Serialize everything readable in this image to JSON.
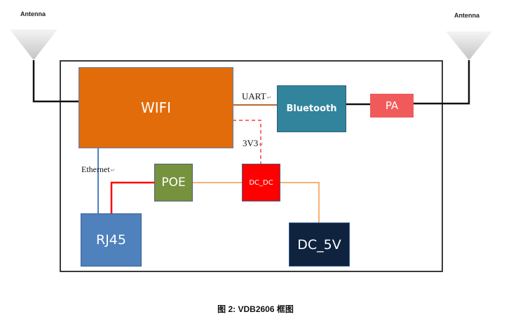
{
  "diagram": {
    "antennas": [
      {
        "id": "left",
        "label": "Antenna"
      },
      {
        "id": "right",
        "label": "Antenna"
      }
    ],
    "blocks": {
      "wifi": {
        "label": "WIFI",
        "color": "#E36C0A"
      },
      "bluetooth": {
        "label": "Bluetooth",
        "color": "#31849B"
      },
      "pa": {
        "label": "PA",
        "color": "#F05A5A"
      },
      "poe": {
        "label": "POE",
        "color": "#76923C"
      },
      "dcdc": {
        "label": "DC_DC",
        "color": "#FF0000"
      },
      "rj45": {
        "label": "RJ45",
        "color": "#4F81BD"
      },
      "dc5v": {
        "label": "DC_5V",
        "color": "#0F233F"
      }
    },
    "connection_labels": {
      "uart": "UART",
      "v3v3": "3V3",
      "ethernet": "Ethernet",
      "para_mark": "↵"
    },
    "connections": [
      {
        "from": "antenna-left",
        "to": "wifi",
        "style": "solid",
        "color": "#000000"
      },
      {
        "from": "wifi",
        "to": "bluetooth",
        "label": "UART",
        "style": "solid",
        "color": "#C0652A"
      },
      {
        "from": "wifi",
        "to": "dcdc",
        "label": "3V3",
        "style": "dashed",
        "color": "#FF3B3B"
      },
      {
        "from": "bluetooth",
        "to": "pa",
        "style": "solid",
        "color": "#000000"
      },
      {
        "from": "pa",
        "to": "antenna-right",
        "style": "solid",
        "color": "#000000"
      },
      {
        "from": "wifi",
        "to": "rj45",
        "label": "Ethernet",
        "style": "solid",
        "color": "#4F81BD"
      },
      {
        "from": "rj45",
        "to": "poe",
        "style": "solid",
        "color": "#FF0000"
      },
      {
        "from": "poe",
        "to": "dcdc",
        "style": "solid",
        "color": "#F79646"
      },
      {
        "from": "dcdc",
        "to": "dc5v",
        "style": "solid",
        "color": "#F79646"
      }
    ]
  },
  "caption": "图  2: VDB2606  框图"
}
